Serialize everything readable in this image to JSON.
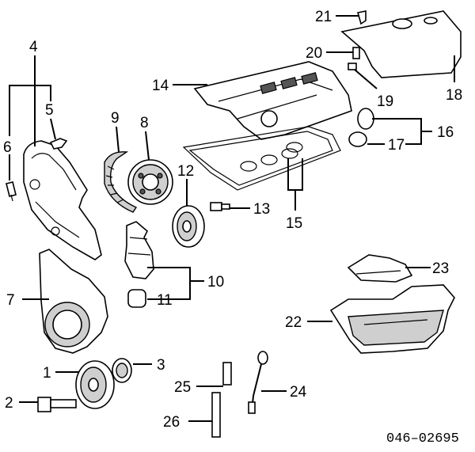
{
  "diagram": {
    "reference_code": "046–02695",
    "callouts": [
      {
        "id": "1",
        "text": "1"
      },
      {
        "id": "2",
        "text": "2"
      },
      {
        "id": "3",
        "text": "3"
      },
      {
        "id": "4",
        "text": "4"
      },
      {
        "id": "5",
        "text": "5"
      },
      {
        "id": "6",
        "text": "6"
      },
      {
        "id": "7",
        "text": "7"
      },
      {
        "id": "8",
        "text": "8"
      },
      {
        "id": "9",
        "text": "9"
      },
      {
        "id": "10",
        "text": "10"
      },
      {
        "id": "11",
        "text": "11"
      },
      {
        "id": "12",
        "text": "12"
      },
      {
        "id": "13",
        "text": "13"
      },
      {
        "id": "14",
        "text": "14"
      },
      {
        "id": "15",
        "text": "15"
      },
      {
        "id": "16",
        "text": "16"
      },
      {
        "id": "17",
        "text": "17"
      },
      {
        "id": "18",
        "text": "18"
      },
      {
        "id": "19",
        "text": "19"
      },
      {
        "id": "20",
        "text": "20"
      },
      {
        "id": "21",
        "text": "21"
      },
      {
        "id": "22",
        "text": "22"
      },
      {
        "id": "23",
        "text": "23"
      },
      {
        "id": "24",
        "text": "24"
      },
      {
        "id": "25",
        "text": "25"
      },
      {
        "id": "26",
        "text": "26"
      }
    ]
  }
}
